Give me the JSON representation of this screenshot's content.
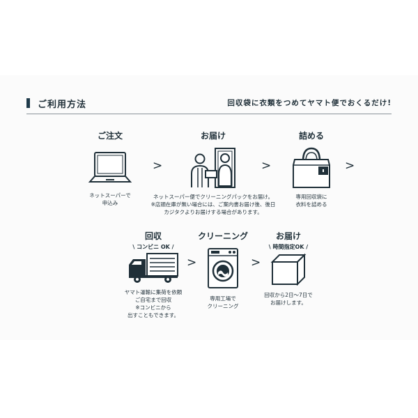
{
  "header": {
    "title": "ご利用方法",
    "tagline": "回収袋に衣類をつめてヤマト便でおくるだけ!"
  },
  "steps": {
    "order": {
      "title": "ご注文",
      "desc1": "ネットスーパーで",
      "desc2": "申込み",
      "icon": "laptop-icon"
    },
    "delivery": {
      "title": "お届け",
      "desc1": "ネットスーパー便でクリーニングパックをお届け。",
      "desc2": "※店頭在庫が無い場合には、ご案内書お届け後、後日",
      "desc3": "カジタクよりお届けする場合があります。",
      "icon": "delivery-door-icon"
    },
    "pack": {
      "title": "詰める",
      "desc1": "専用回収袋に",
      "desc2": "衣料を詰める",
      "icon": "tote-bag-icon"
    },
    "pickup": {
      "title": "回収",
      "badge": "コンビニ OK",
      "desc1": "ヤマト運輸に集荷を依頼",
      "desc2": "ご自宅まで回収",
      "desc3": "※コンビニから",
      "desc4": "出すこともできます。",
      "icon": "truck-icon"
    },
    "cleaning": {
      "title": "クリーニング",
      "desc1": "専用工場で",
      "desc2": "クリーニング",
      "icon": "washing-machine-icon"
    },
    "return": {
      "title": "お届け",
      "badge": "時間指定OK",
      "desc1": "回収から2日～7日で",
      "desc2": "お届けします。",
      "icon": "box-icon"
    }
  },
  "arrow": ">",
  "colors": {
    "ink": "#1f2f38",
    "accent": "#1f3a4a"
  }
}
